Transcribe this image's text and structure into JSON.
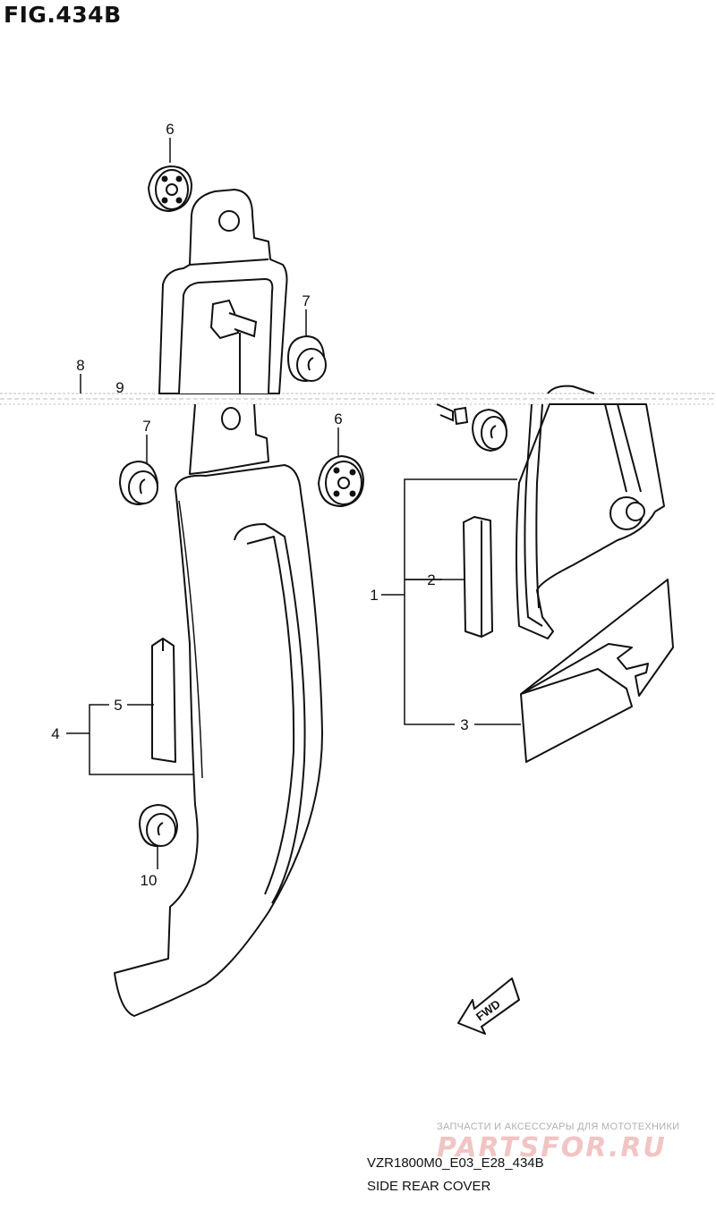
{
  "figure": {
    "title": "FIG.434B",
    "code": "VZR1800M0_E03_E28_434B",
    "caption": "SIDE REAR COVER"
  },
  "callouts": [
    "1",
    "2",
    "3",
    "4",
    "5",
    "6",
    "7",
    "8",
    "9",
    "10"
  ],
  "direction_arrow": {
    "label": "FWD"
  },
  "watermark": {
    "tagline": "ЗАПЧАСТИ И АКСЕССУАРЫ ДЛЯ МОТОТЕХНИКИ",
    "logo": "PARTSFOR.RU"
  }
}
